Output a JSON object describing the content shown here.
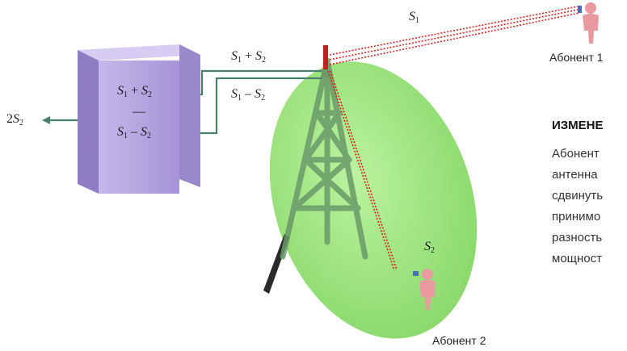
{
  "diagram": {
    "signals": {
      "s1": {
        "base": "S",
        "sub": "1"
      },
      "s2": {
        "base": "S",
        "sub": "2"
      },
      "sum_op": "+",
      "diff_op": "–",
      "fraction_bar": "—",
      "output_coef": "2"
    },
    "subscribers": {
      "subscriber1": "Абонент 1",
      "subscriber2": "Абонент 2"
    },
    "side_text": {
      "heading": "ИЗМЕНЕ",
      "lines": [
        "Абонент",
        "антенна",
        "сдвинуть",
        "принимо",
        "разность",
        "мощност"
      ]
    },
    "colors": {
      "ellipse": "#a8ea88",
      "server": "#b6a8dc",
      "signal_line": "#e02020",
      "connector": "#4a7f6a",
      "tower": "#6a9a6a",
      "person": "#e89aa0"
    }
  }
}
